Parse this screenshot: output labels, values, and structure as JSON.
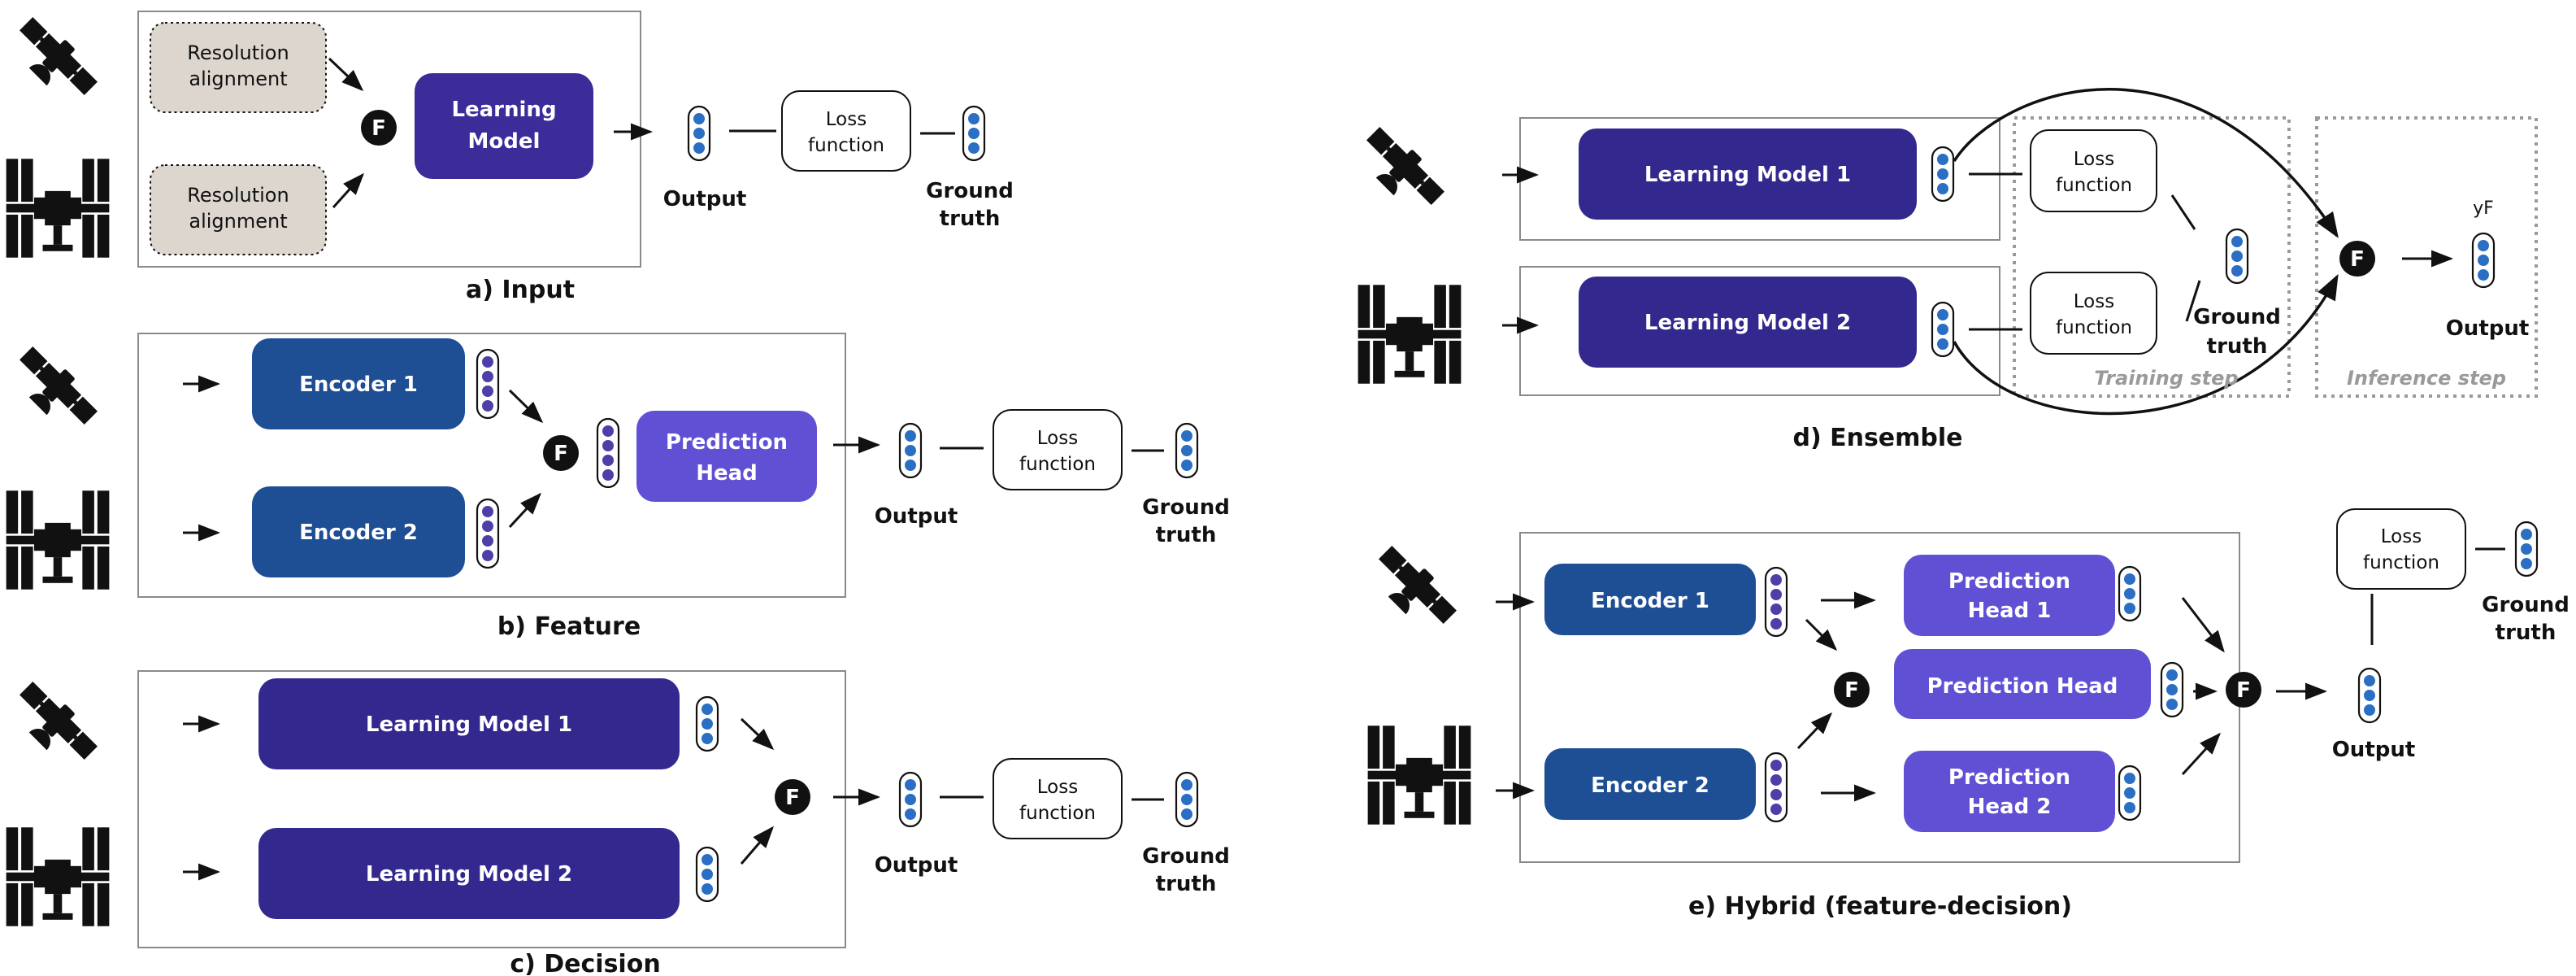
{
  "colors": {
    "purple": "#3b2c9a",
    "encoder_blue": "#1e4e94",
    "head_violet": "#6051d4",
    "model_dark": "#33288e",
    "dot_blue": "#2a6fc4",
    "dot_purple": "#4c3fa8",
    "alignment_fill": "#ddd6ce",
    "frame": "#8a8a8a",
    "dashed": "#9a9a9a"
  },
  "icons": {
    "sensor_a": "satellite-icon",
    "sensor_b": "space-station-icon"
  },
  "fusion_symbol": "F",
  "panel_a": {
    "title": "a) Input",
    "alignment_1": [
      "Resolution",
      "alignment"
    ],
    "alignment_2": [
      "Resolution",
      "alignment"
    ],
    "model": [
      "Learning",
      "Model"
    ],
    "output": "Output",
    "loss": [
      "Loss",
      "function"
    ],
    "ground_truth": [
      "Ground",
      "truth"
    ]
  },
  "panel_b": {
    "title": "b) Feature",
    "encoder_1": "Encoder 1",
    "encoder_2": "Encoder 2",
    "head": [
      "Prediction",
      "Head"
    ],
    "output": "Output",
    "loss": [
      "Loss",
      "function"
    ],
    "ground_truth": [
      "Ground",
      "truth"
    ]
  },
  "panel_c": {
    "title": "c) Decision",
    "model_1": "Learning Model 1",
    "model_2": "Learning Model 2",
    "output": "Output",
    "loss": [
      "Loss",
      "function"
    ],
    "ground_truth": [
      "Ground",
      "truth"
    ]
  },
  "panel_d": {
    "title": "d) Ensemble",
    "model_1": "Learning Model 1",
    "model_2": "Learning Model 2",
    "loss_1": [
      "Loss",
      "function"
    ],
    "loss_2": [
      "Loss",
      "function"
    ],
    "ground_truth": [
      "Ground",
      "truth"
    ],
    "training_step": "Training step",
    "inference_step": "Inference step",
    "yf_label": "yF",
    "output": "Output"
  },
  "panel_e": {
    "title": "e) Hybrid  (feature-decision)",
    "encoder_1": "Encoder 1",
    "encoder_2": "Encoder 2",
    "head_1": [
      "Prediction",
      "Head 1"
    ],
    "head_mid": "Prediction Head",
    "head_2": [
      "Prediction",
      "Head 2"
    ],
    "loss": [
      "Loss",
      "function"
    ],
    "ground_truth": [
      "Ground",
      "truth"
    ],
    "output": "Output"
  }
}
